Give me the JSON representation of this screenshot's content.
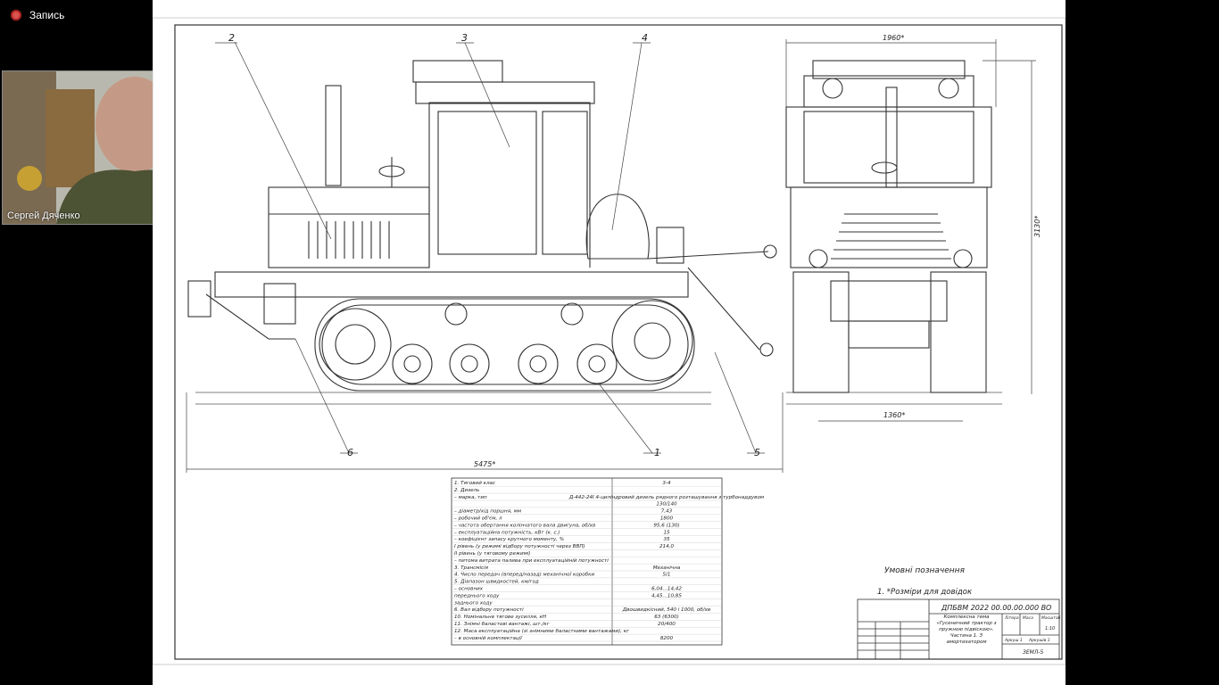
{
  "recording": {
    "label": "Запись"
  },
  "participant": {
    "name": "Сергей Дяченко"
  },
  "drawing": {
    "callouts": [
      "2",
      "3",
      "4",
      "1",
      "5",
      "6"
    ],
    "dim_width_top": "1960*",
    "dim_height_side": "3130*",
    "dim_track": "1360*",
    "dim_length": "5475*",
    "spec_rows": [
      [
        "1. Тяговий клас",
        "3-4"
      ],
      [
        "2. Дизель",
        ""
      ],
      [
        "– марка, тип",
        "Д-442-24І 4-циліндровий дизель рядного розташування з турбонаддувом"
      ],
      [
        "",
        "130/140"
      ],
      [
        "– діаметр/хід поршня, мм",
        "7,43"
      ],
      [
        "– робочий об'єм, л",
        "1800"
      ],
      [
        "– частота обертання колінчатого вала двигуна, об/хв",
        "95,6 (130)"
      ],
      [
        "– експлуатаційна потужність, кВт (к. с.)",
        "15"
      ],
      [
        "– коефіцієнт запасу крутного моменту, %",
        "35"
      ],
      [
        "І рівень (у режимі відбору потужності через ВВП)",
        "214,0"
      ],
      [
        "ІІ рівень (у тяговому режимі)",
        ""
      ],
      [
        "– питома витрата палива при експлуатаційній потужності",
        ""
      ],
      [
        "3. Трансмісія",
        "Механічна"
      ],
      [
        "4. Число передач (вперед/назад) механічної коробки",
        "5/1"
      ],
      [
        "5. Діапазон швидкостей, км/год",
        ""
      ],
      [
        "– основних",
        "6,04...14,42"
      ],
      [
        "переднього ходу",
        "4,45...10,85"
      ],
      [
        "заднього ходу",
        ""
      ],
      [
        "6. Вал відбору потужності",
        "Двошвидкісний, 540 і 1000, об/хв"
      ],
      [
        "10. Номінальне тягове зусилля, кН",
        "63 (6300)"
      ],
      [
        "11. Знімні баластові вантажі, шт./кг",
        "20/400"
      ],
      [
        "12. Маса експлуатаційна (зі знімними баластними вантажами), кг",
        ""
      ],
      [
        "– в основній комплектації",
        "8200"
      ]
    ],
    "notes_title": "Умовні позначення",
    "notes_item": "1. *Розміри для довідок",
    "title_block": {
      "code": "ДПБВМ 2022 00.00.00.000 ВО",
      "subject": "Комплексна тема «Гусеничний трактор з пружною підвіскою». Частина 1. З амортизатором",
      "lit_label": "Літера",
      "mass_label": "Маса",
      "scale_label": "Масштаб",
      "scale_value": "1:10",
      "sheet_label": "Аркуш 1",
      "sheets_label": "Аркушів 1",
      "group": "ЗЕМЛ-5"
    }
  }
}
